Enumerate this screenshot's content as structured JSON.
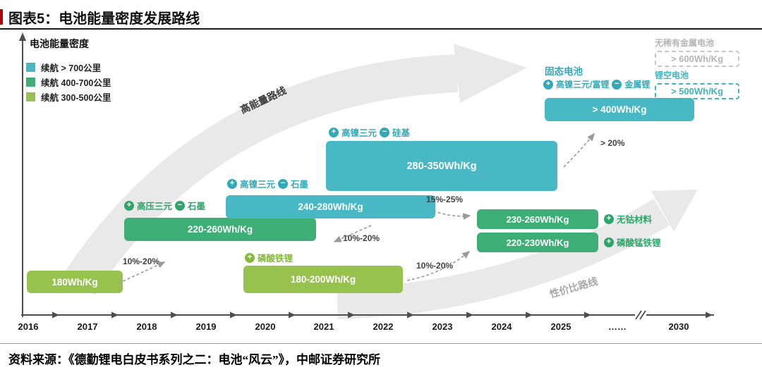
{
  "header": {
    "title": "图表5：电池能量密度发展路线"
  },
  "footer": {
    "source": "资料来源：《德勤锂电白皮书系列之二：电池“风云”》，中邮证券研究所"
  },
  "icons": {
    "plus": "+",
    "minus": "−"
  },
  "colors": {
    "teal": "#48b8c4",
    "green": "#3cae76",
    "light_green": "#97c24e",
    "grey_arrow": "#e9e9e9",
    "grey_text": "#b5b5b5"
  },
  "chart_data": {
    "type": "roadmap-timeline",
    "title": "电池能量密度发展路线",
    "y_axis_label": "电池能量密度",
    "x_ticks": [
      "2016",
      "2017",
      "2018",
      "2019",
      "2020",
      "2021",
      "2022",
      "2023",
      "2024",
      "2025",
      "……",
      "2030"
    ],
    "axis_break_before": "2030",
    "legend": [
      {
        "label": "续航 > 700公里",
        "tier": "teal"
      },
      {
        "label": "续航 400-700公里",
        "tier": "green"
      },
      {
        "label": "续航 300-500公里",
        "tier": "light_green"
      }
    ],
    "routes": {
      "high_energy": "高能量路线",
      "cost_performance": "性价比路线"
    },
    "bars": [
      {
        "value": "180Wh/Kg",
        "tier": "light_green",
        "approx_years": "2016–2017.5"
      },
      {
        "value": "220-260Wh/Kg",
        "tier": "green",
        "approx_years": "2017.5–2021",
        "cathode": "高压三元",
        "anode": "石墨"
      },
      {
        "value": "240-280Wh/Kg",
        "tier": "teal",
        "approx_years": "2019.5–2023",
        "cathode": "高镍三元",
        "anode": "石墨"
      },
      {
        "value": "280-350Wh/Kg",
        "tier": "teal",
        "approx_years": "2021–2025",
        "cathode": "高镍三元",
        "anode": "硅基"
      },
      {
        "value": "> 400Wh/Kg",
        "tier": "teal",
        "approx_years": "2025–2030",
        "tech": "固态电池",
        "cathode": "高镍三元/富锂",
        "anode": "金属锂"
      },
      {
        "value": "230-260Wh/Kg",
        "tier": "green",
        "approx_years": "2023.5–2025.5",
        "cathode": "无钴材料"
      },
      {
        "value": "220-230Wh/Kg",
        "tier": "green",
        "approx_years": "2023.5–2025.5",
        "cathode": "磷酸锰铁锂"
      },
      {
        "value": "180-200Wh/Kg",
        "tier": "light_green",
        "approx_years": "2019.5–2022.5",
        "cathode": "磷酸铁锂"
      }
    ],
    "growth": [
      {
        "label": "10%-20%"
      },
      {
        "label": "10%-20%"
      },
      {
        "label": "15%-25%"
      },
      {
        "label": "10%-20%"
      },
      {
        "label": "> 20%"
      }
    ],
    "future": [
      {
        "label": "无稀有金属电池",
        "value": "> 600Wh/Kg"
      },
      {
        "label": "锂空电池",
        "value": "> 500Wh/Kg"
      }
    ]
  }
}
